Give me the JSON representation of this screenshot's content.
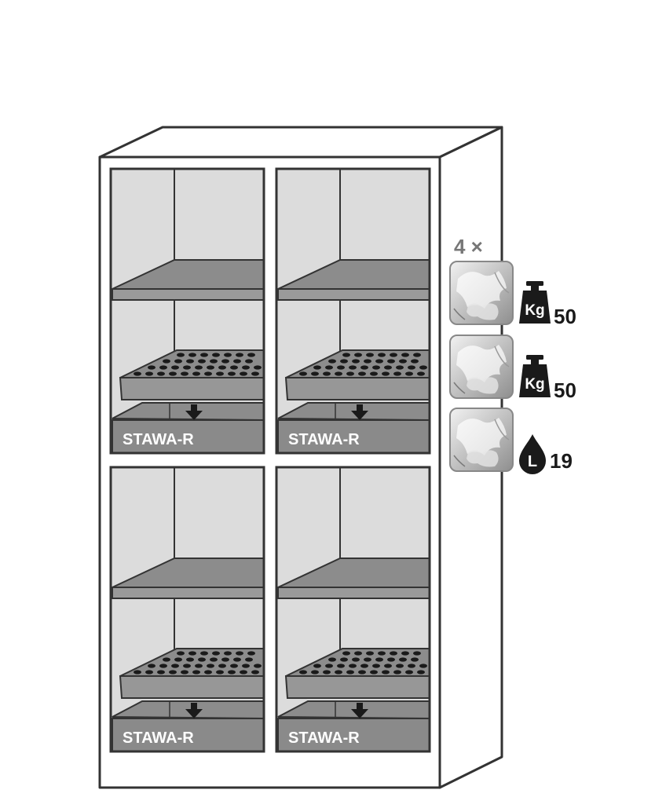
{
  "compartments": [
    {
      "label": "STAWA-R"
    },
    {
      "label": "STAWA-R"
    },
    {
      "label": "STAWA-R"
    },
    {
      "label": "STAWA-R"
    }
  ],
  "multiplier": "4 ×",
  "specs": [
    {
      "icon": "kg-weight-icon",
      "icon_text": "Kg",
      "value": "50"
    },
    {
      "icon": "kg-weight-icon",
      "icon_text": "Kg",
      "value": "50"
    },
    {
      "icon": "liter-drop-icon",
      "icon_text": "L",
      "value": "19"
    }
  ],
  "colors": {
    "outline": "#333333",
    "interior": "#dcdcdc",
    "shelf": "#8c8c8c",
    "icon_fill": "#1a1a1a",
    "label_text": "#ffffff"
  }
}
